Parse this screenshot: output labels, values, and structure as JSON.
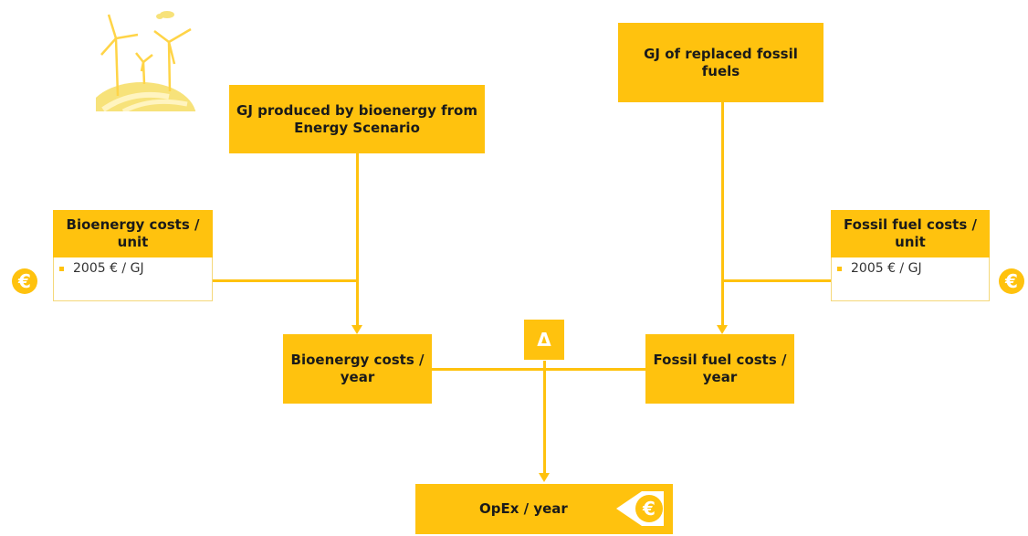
{
  "diagram": {
    "gj_bioenergy": "GJ produced by bioenergy from Energy Scenario",
    "gj_fossil": "GJ of replaced fossil fuels",
    "bio_unit": {
      "title": "Bioenergy costs / unit",
      "item": "2005 € / GJ"
    },
    "fossil_unit": {
      "title": "Fossil fuel costs / unit",
      "item": "2005 € / GJ"
    },
    "bio_year": "Bioenergy costs / year",
    "fossil_year": "Fossil fuel costs / year",
    "delta": "Δ",
    "opex": "OpEx / year",
    "euro_symbol": "€"
  },
  "colors": {
    "accent": "#ffc20e",
    "logo_light": "#f7e27a"
  }
}
